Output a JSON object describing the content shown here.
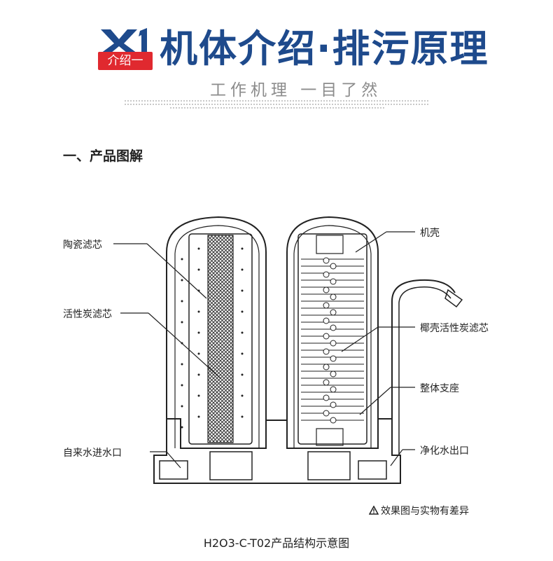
{
  "header": {
    "badge_x1": "X1",
    "badge_text": "介绍一",
    "title": "机体介绍·排污原理",
    "subtitle": "工作机理 一目了然",
    "accent_color": "#1e4a8c",
    "badge_color": "#e0292f"
  },
  "section": {
    "title": "一、产品图解"
  },
  "labels": {
    "ceramic": "陶瓷滤芯",
    "carbon": "活性炭滤芯",
    "inlet": "自来水进水口",
    "shell": "机壳",
    "coconut": "椰壳活性炭滤芯",
    "stand": "整体支座",
    "outlet": "净化水出口"
  },
  "note": {
    "icon": "warning-icon",
    "text": "效果图与实物有差异"
  },
  "caption": "H2O3-C-T02产品结构示意图"
}
